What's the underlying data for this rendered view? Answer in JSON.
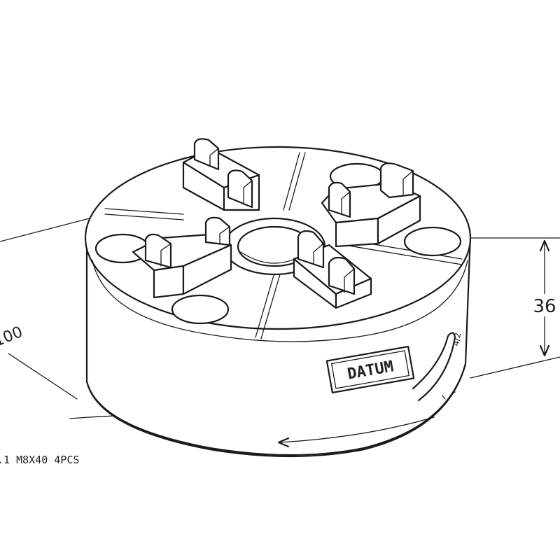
{
  "drawing": {
    "height_dimension": "36",
    "diameter_dimension": "100",
    "datum_label": "DATUM",
    "screw_note": ".1  M8X40  4PCS",
    "side_marks": "4/2"
  }
}
